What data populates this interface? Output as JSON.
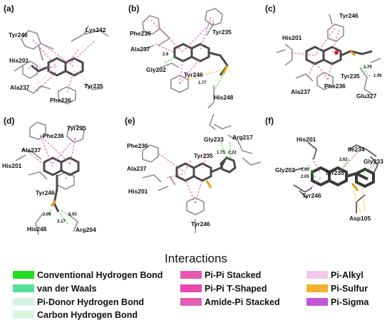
{
  "panels": [
    {
      "label": "(a)",
      "residues": [
        "Tyr246",
        "Lys242",
        "His201",
        "Ala237",
        "Tyr235",
        "Phe236"
      ],
      "distances": []
    },
    {
      "label": "(b)",
      "residues": [
        "Phe236",
        "Tyr235",
        "Ala237",
        "Gly202",
        "Tyr246",
        "His248"
      ],
      "distances": [
        "2.9",
        "1.77"
      ]
    },
    {
      "label": "(c)",
      "residues": [
        "Tyr246",
        "His201",
        "Tyr235",
        "Ala237",
        "Phe236",
        "Glu327"
      ],
      "distances": [
        "1.75",
        "1.96"
      ]
    },
    {
      "label": "(d)",
      "residues": [
        "Tyr235",
        "Phe236",
        "Ala237",
        "His201",
        "Tyr246",
        "His248",
        "Arg204"
      ],
      "distances": [
        "2.08",
        "3.55",
        "3.17"
      ]
    },
    {
      "label": "(e)",
      "residues": [
        "Gly233",
        "Arg217",
        "Phe236",
        "Tyr235",
        "Ala237",
        "His201",
        "Tyr246"
      ],
      "distances": [
        "1.75",
        "2.22"
      ]
    },
    {
      "label": "(f)",
      "residues": [
        "His201",
        "Ile234",
        "Gly233",
        "Gly202",
        "Tyr235",
        "Tyr246",
        "Asp105"
      ],
      "distances": [
        "2.62",
        "1.99",
        "2.05"
      ]
    }
  ],
  "legend": {
    "title": "Interactions",
    "items": [
      {
        "label": "Conventional Hydrogen Bond",
        "color": "#22dd22"
      },
      {
        "label": "van der Waals",
        "color": "#55e09a"
      },
      {
        "label": "Pi-Donor Hydrogen Bond",
        "color": "#d6f3e2"
      },
      {
        "label": "Carbon Hydrogen Bond",
        "color": "#d8f5e4"
      },
      {
        "label": "Pi-Pi Stacked",
        "color": "#e657b4"
      },
      {
        "label": "Pi-Pi T-Shaped",
        "color": "#ea48b0"
      },
      {
        "label": "Amide-Pi Stacked",
        "color": "#e060b5"
      },
      {
        "label": "Pi-Alkyl",
        "color": "#f4c8ec"
      },
      {
        "label": "Pi-Sulfur",
        "color": "#f2b22e"
      },
      {
        "label": "Pi-Sigma",
        "color": "#c056d8"
      }
    ]
  }
}
